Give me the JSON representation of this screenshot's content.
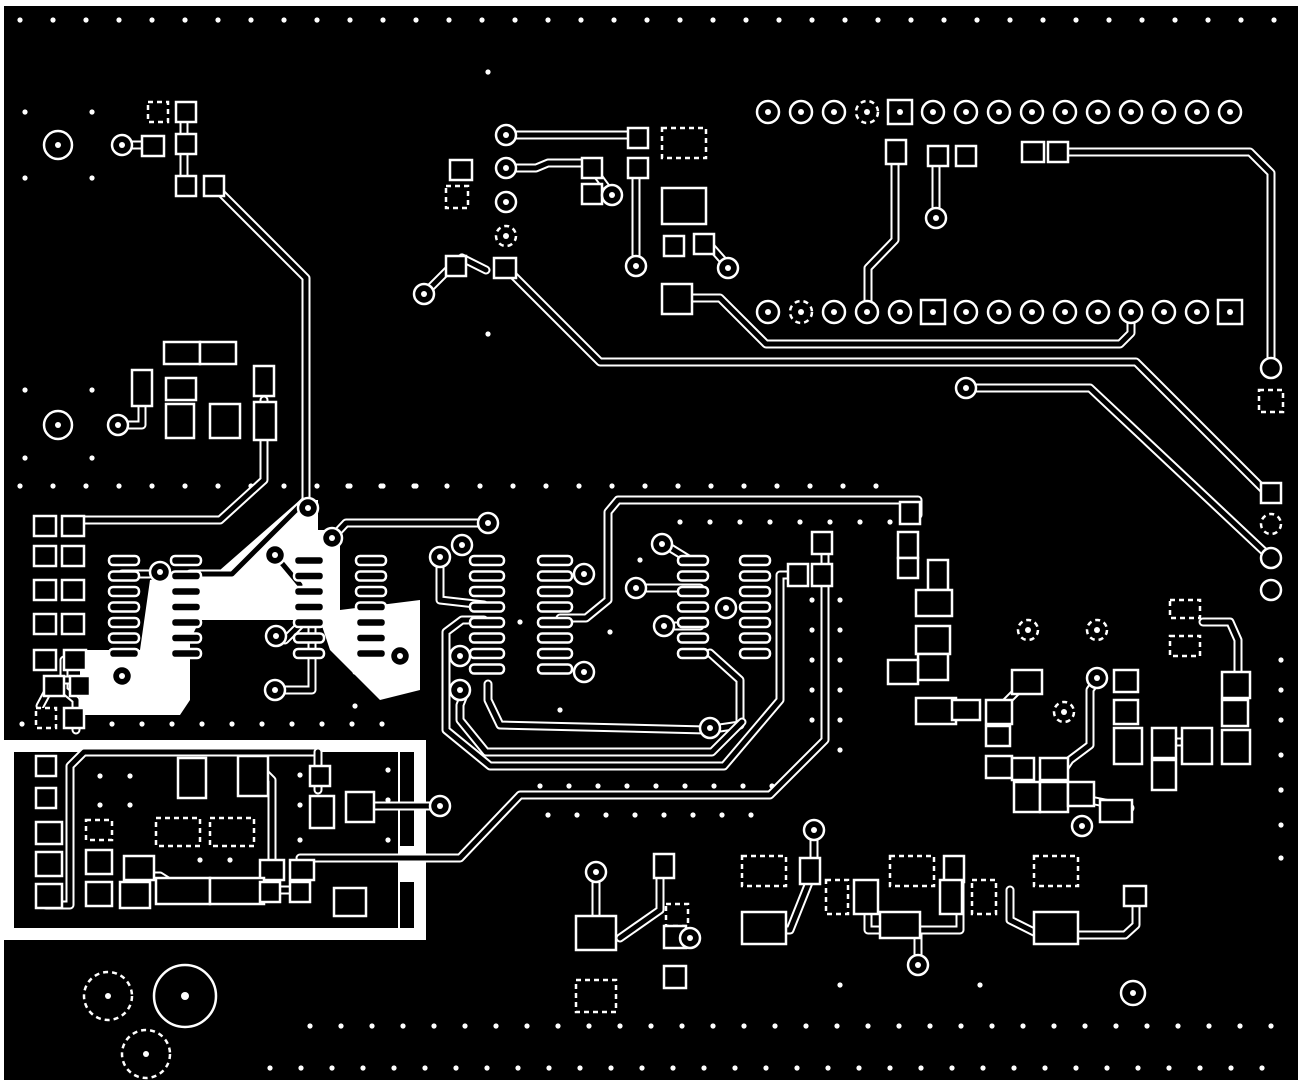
{
  "board": {
    "layer": "copper",
    "colors": {
      "substrate": "#000000",
      "copper": "#ffffff",
      "outline": "#ffffff"
    }
  },
  "headers": [
    {
      "name": "top-header",
      "pins": 15,
      "square_pins": [
        5
      ],
      "dashed_pins": [
        4
      ]
    },
    {
      "name": "bottom-header",
      "pins": 15,
      "square_pins": [
        6,
        15
      ],
      "dashed_pins": [
        2
      ]
    }
  ],
  "ics": [
    {
      "name": "ic-left",
      "pins_per_side": 7
    },
    {
      "name": "ic-mid-left",
      "pins_per_side": 7
    },
    {
      "name": "ic-center",
      "pins_per_side": 8
    },
    {
      "name": "ic-center-right",
      "pins_per_side": 8
    },
    {
      "name": "ic-right",
      "pins_per_side": 7
    }
  ],
  "mounting_holes": [
    {
      "name": "hole-top-left"
    },
    {
      "name": "hole-mid-left"
    },
    {
      "name": "hole-bottom-left-large"
    },
    {
      "name": "hole-bottom-right"
    }
  ]
}
